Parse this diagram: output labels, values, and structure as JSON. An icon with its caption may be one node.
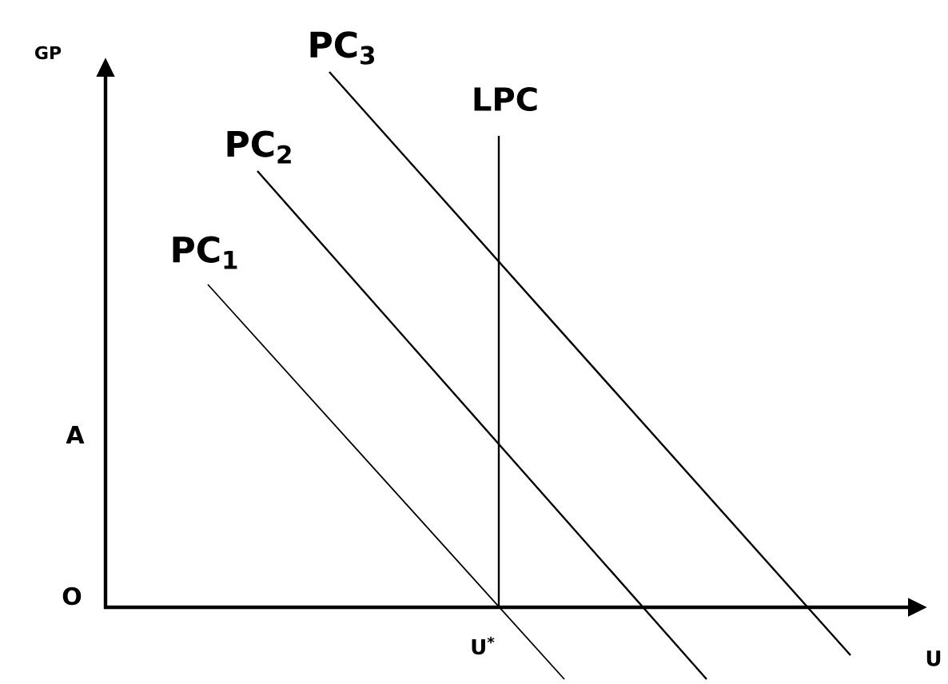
{
  "diagram": {
    "labels": [
      "GP",
      "PC$_{3}$",
      "LPC",
      "PC$_{2}$",
      "PC$_{1}$",
      "A",
      "O",
      "U$^{*}$",
      "U"
    ]
  }
}
